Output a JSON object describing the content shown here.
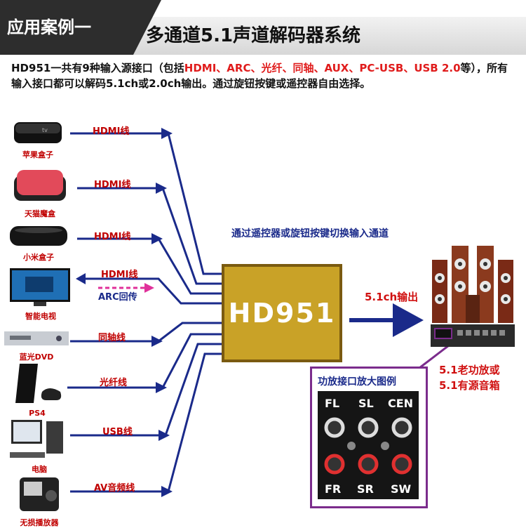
{
  "header": {
    "tag": "应用案例一",
    "title": "多通道5.1声道解码器系统"
  },
  "intro": {
    "t1": "HD951一共有9种输入源接口（包括",
    "r1": "HDMI、ARC、光纤、同轴、AUX、PC-USB、USB 2.0",
    "t2": "等），所有输入接口都可以解码5.1ch或2.0ch输出。通过旋钮按键或遥控器自由选择。"
  },
  "devices": [
    {
      "label": "苹果盒子",
      "icon": "apple-tv-icon"
    },
    {
      "label": "天猫魔盒",
      "icon": "tmall-box-icon"
    },
    {
      "label": "小米盒子",
      "icon": "mi-box-icon"
    },
    {
      "label": "智能电视",
      "icon": "smart-tv-icon"
    },
    {
      "label": "蓝光DVD",
      "icon": "bluray-player-icon"
    },
    {
      "label": "PS4",
      "icon": "ps4-icon"
    },
    {
      "label": "电脑",
      "icon": "computer-icon"
    },
    {
      "label": "无损播放器",
      "icon": "music-player-icon"
    }
  ],
  "cables": [
    "HDMI线",
    "HDMI线",
    "HDMI线",
    "HDMI线",
    "同轴线",
    "光纤线",
    "USB线",
    "AV音频线"
  ],
  "arc_label": "ARC回传",
  "decoder": {
    "name": "HD951"
  },
  "remote_text": "通过遥控器或旋钮按键切换输入通道",
  "output_label": "5.1ch输出",
  "amp_label": [
    "5.1老功放或",
    "5.1有源音箱"
  ],
  "panel": {
    "title": "功放接口放大图例",
    "labels": [
      "FL",
      "SL",
      "CEN",
      "FR",
      "SR",
      "SW"
    ]
  },
  "colors": {
    "line": "#1a2a8a",
    "red": "#d01010",
    "gold": "#c9a227",
    "arc": "#e0309a",
    "panel_border": "#7b2c8c"
  }
}
